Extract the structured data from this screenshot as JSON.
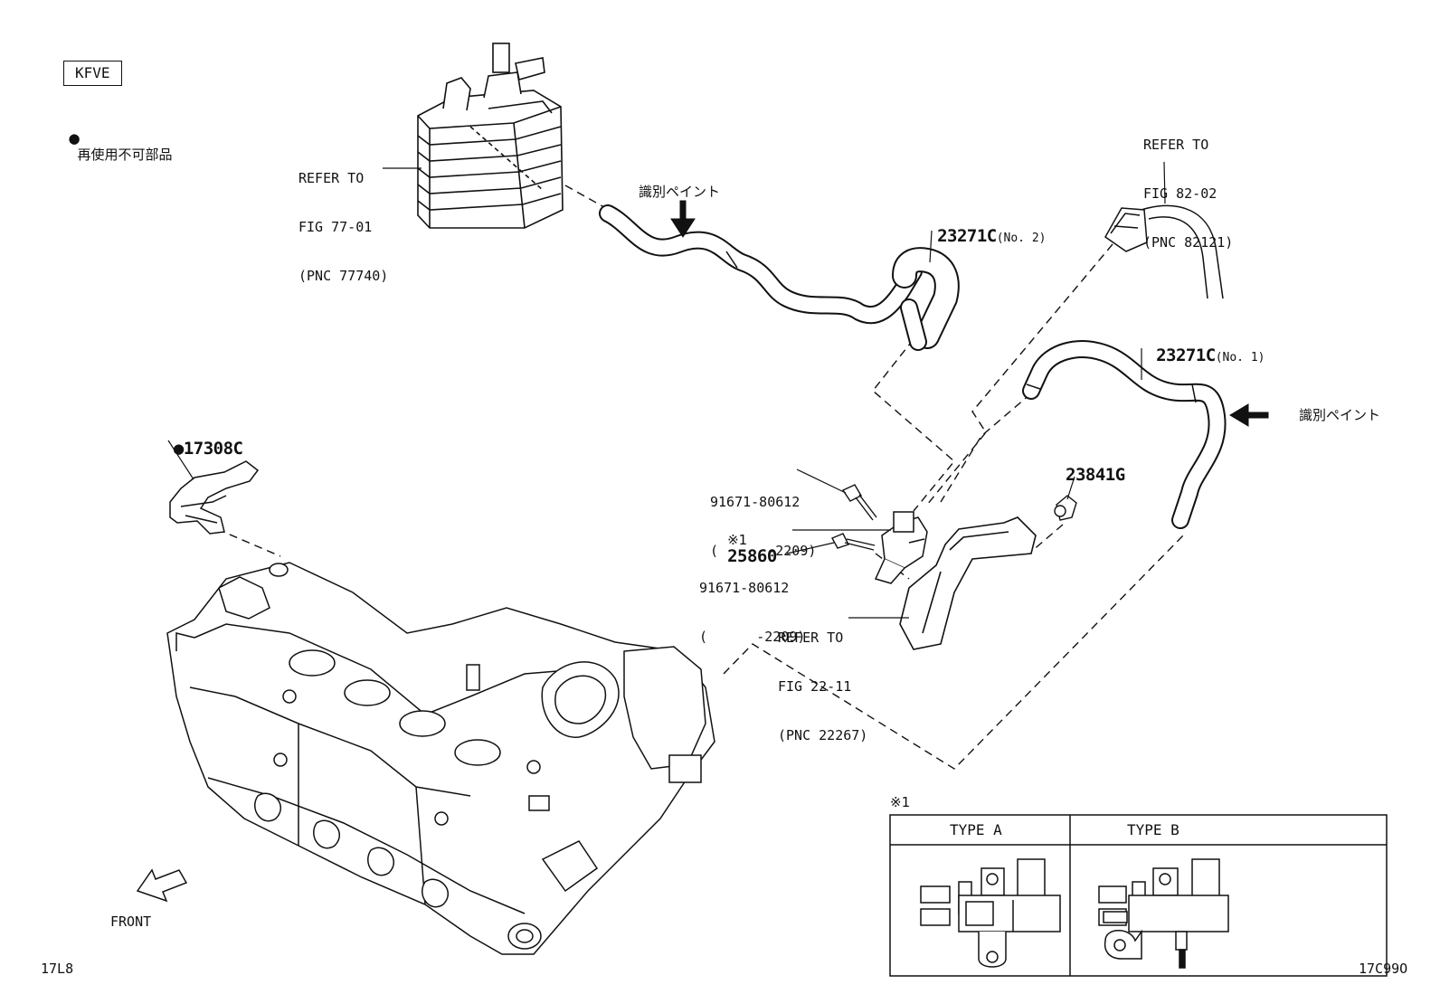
{
  "header": {
    "engine_code": "KFVE",
    "legend_symbol": "●",
    "legend_text": "再使用不可部品"
  },
  "refs": {
    "canister": [
      "REFER TO",
      "FIG 77-01",
      "(PNC 77740)"
    ],
    "harness": [
      "REFER TO",
      "FIG 82-02",
      "(PNC 82121)"
    ],
    "bracket": [
      "REFER TO",
      "FIG 22-11",
      "(PNC 22267)"
    ]
  },
  "paint_marks": {
    "upper": "識別ペイント",
    "right": "識別ペイント"
  },
  "parts": {
    "hose_no2": {
      "pnc": "23271C",
      "suffix": "(No. 2)"
    },
    "hose_no1": {
      "pnc": "23271C",
      "suffix": "(No. 1)"
    },
    "gasket": {
      "mark": "●",
      "pnc": "17308C"
    },
    "bolt_upper": {
      "pnc": "91671-80612",
      "range": "(      -2209)"
    },
    "bolt_lower": {
      "pnc": "91671-80612",
      "range": "(      -2209)"
    },
    "vsv": {
      "note": "※1",
      "pnc": "25860"
    },
    "clip": {
      "pnc": "23841G"
    }
  },
  "front_label": "FRONT",
  "type_table": {
    "note": "※1",
    "col_a": "TYPE A",
    "col_b": "TYPE B"
  },
  "footer": {
    "left_code": "17L8",
    "right_code": "17C99O"
  }
}
